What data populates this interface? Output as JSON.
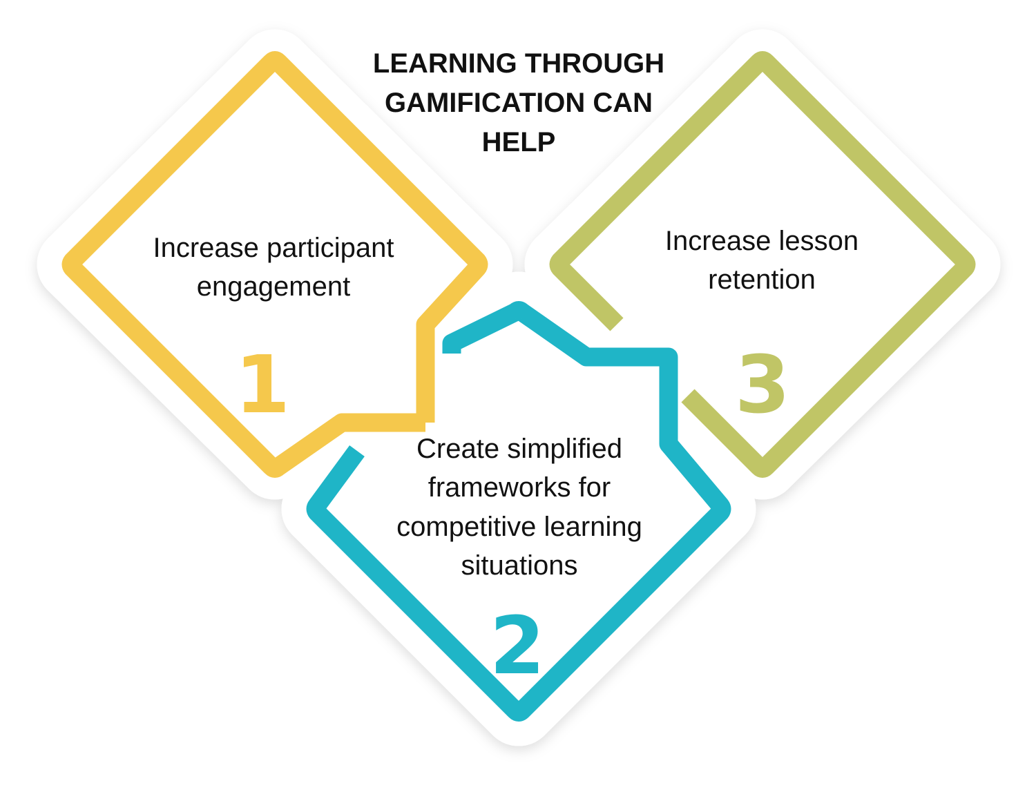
{
  "title": {
    "lines": [
      "LEARNING THROUGH",
      "GAMIFICATION CAN",
      "HELP"
    ]
  },
  "items": [
    {
      "number": "1",
      "lines": [
        "Increase participant",
        "engagement"
      ],
      "color": "#F5C84C"
    },
    {
      "number": "2",
      "lines": [
        "Create simplified",
        "frameworks for",
        "competitive learning",
        "situations"
      ],
      "color": "#1FB5C7"
    },
    {
      "number": "3",
      "lines": [
        "Increase lesson",
        "retention"
      ],
      "color": "#C0C566"
    }
  ]
}
